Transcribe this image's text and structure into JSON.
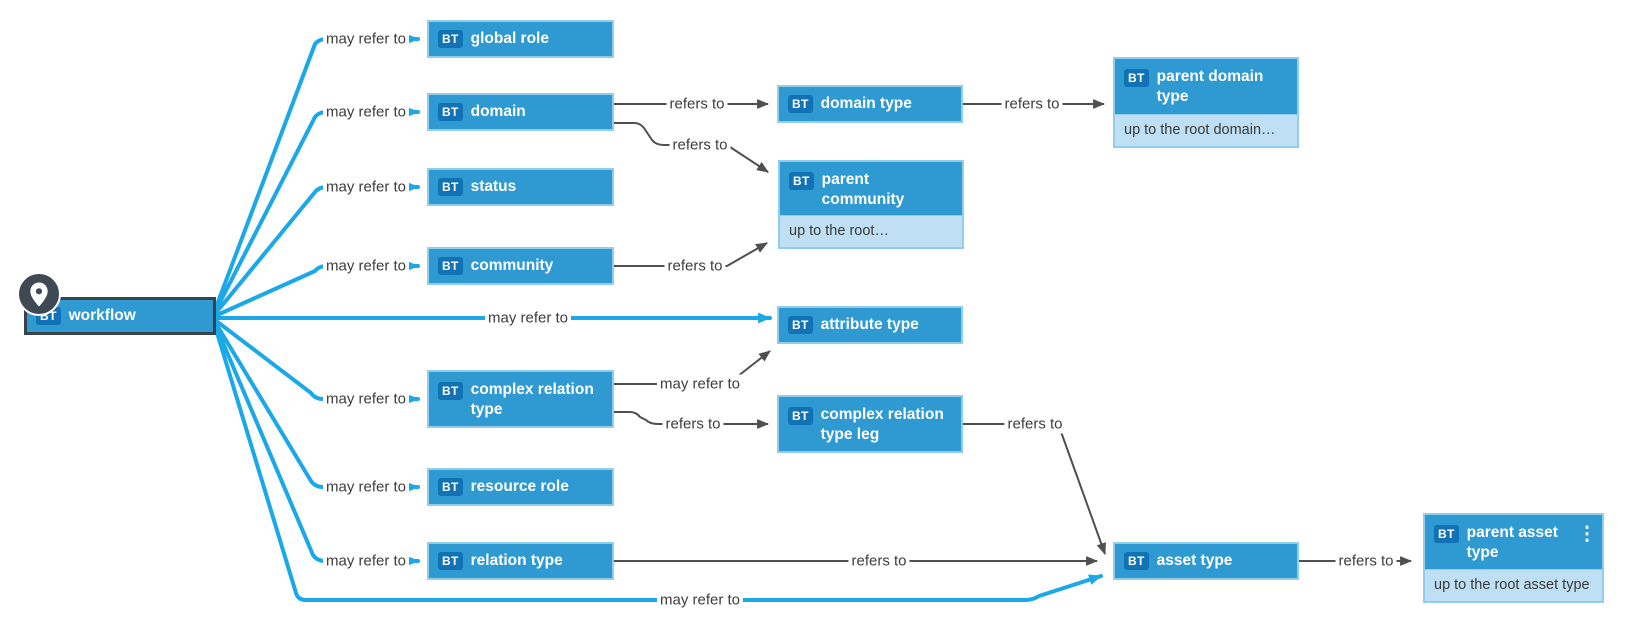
{
  "badge_label": "BT",
  "icons": {
    "more_menu_glyph": "⋮"
  },
  "colors": {
    "node_fill": "#2f9ad2",
    "node_border": "#92cdec",
    "badge_fill": "#1173b5",
    "attr_fill": "#bfe0f4",
    "attr_text": "#3a3a3a",
    "edge_blue": "#1aa8e8",
    "edge_gray": "#4f4f4f",
    "label_text": "#3d3d3d",
    "selected_border": "#39434e",
    "pin_fill": "#3e4953",
    "title_text": "#ffffff"
  },
  "nodes": {
    "workflow": {
      "label": "workflow",
      "pinned": true
    },
    "global_role": {
      "label": "global role"
    },
    "domain": {
      "label": "domain"
    },
    "status": {
      "label": "status"
    },
    "community": {
      "label": "community"
    },
    "attribute_type": {
      "label": "attribute type"
    },
    "complex_relation_type": {
      "label": "complex relation type"
    },
    "resource_role": {
      "label": "resource role"
    },
    "relation_type": {
      "label": "relation type"
    },
    "domain_type": {
      "label": "domain type"
    },
    "parent_community": {
      "label": "parent community",
      "attribute": "up to the root…"
    },
    "parent_domain_type": {
      "label": "parent domain type",
      "attribute": "up to the root domain…"
    },
    "complex_relation_type_leg": {
      "label": "complex relation type leg"
    },
    "asset_type": {
      "label": "asset type"
    },
    "parent_asset_type": {
      "label": "parent asset type",
      "attribute": "up to the root asset type"
    }
  },
  "edges": {
    "w_global_role": {
      "label": "may refer to"
    },
    "w_domain": {
      "label": "may refer to"
    },
    "w_status": {
      "label": "may refer to"
    },
    "w_community": {
      "label": "may refer to"
    },
    "w_attribute_type": {
      "label": "may refer to"
    },
    "w_crt": {
      "label": "may refer to"
    },
    "w_resource_role": {
      "label": "may refer to"
    },
    "w_relation_type": {
      "label": "may refer to"
    },
    "w_asset_type": {
      "label": "may refer to"
    },
    "domain_domain_type": {
      "label": "refers to"
    },
    "domain_parent_community": {
      "label": "refers to"
    },
    "community_parent_community": {
      "label": "refers to"
    },
    "domain_type_parent_domain_type": {
      "label": "refers to"
    },
    "crt_attribute_type": {
      "label": "may refer to"
    },
    "crt_leg": {
      "label": "refers to"
    },
    "leg_asset_type": {
      "label": "refers to"
    },
    "relation_type_asset_type": {
      "label": "refers to"
    },
    "asset_type_parent_asset_type": {
      "label": "refers to"
    }
  }
}
